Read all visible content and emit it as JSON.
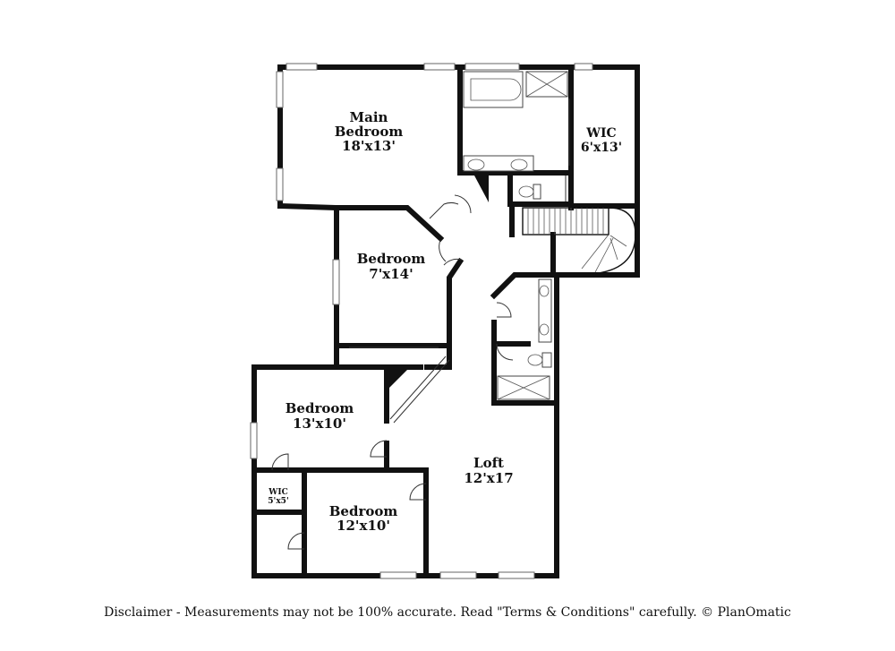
{
  "rooms": {
    "main_bedroom": {
      "name": "Main\nBedroom",
      "line1": "Main",
      "line2": "Bedroom",
      "size": "18'x13'"
    },
    "wic_main": {
      "name": "WIC",
      "size": "6'x13'"
    },
    "bedroom_2": {
      "name": "Bedroom",
      "size": "7'x14'"
    },
    "bedroom_3": {
      "name": "Bedroom",
      "size": "13'x10'"
    },
    "wic_small": {
      "name": "WIC",
      "size": "5'x5'"
    },
    "bedroom_4": {
      "name": "Bedroom",
      "size": "12'x10'"
    },
    "loft": {
      "name": "Loft",
      "size": "12'x17"
    }
  },
  "disclaimer": "Disclaimer - Measurements may not be 100% accurate. Read \"Terms & Conditions\" carefully. © PlanOmatic"
}
